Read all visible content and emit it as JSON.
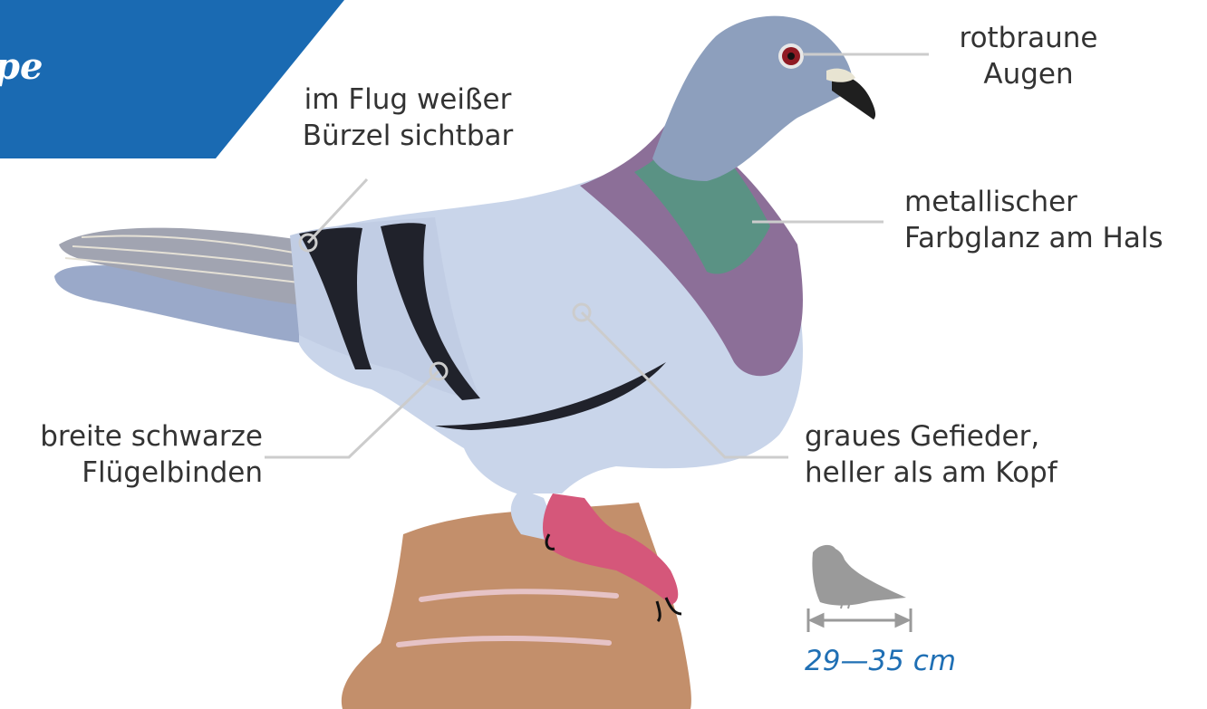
{
  "banner": {
    "text": "pe",
    "color": "#1a6ab2"
  },
  "labels": {
    "eyes": {
      "line1": "rotbraune",
      "line2": "Augen"
    },
    "rump": {
      "line1": "im Flug weißer",
      "line2": "Bürzel sichtbar"
    },
    "neck": {
      "line1": "metallischer",
      "line2": "Farbglanz am Hals"
    },
    "wingbars": {
      "line1": "breite schwarze",
      "line2": "Flügelbinden"
    },
    "plumage": {
      "line1": "graues Gefieder,",
      "line2": "heller als am Kopf"
    }
  },
  "size": {
    "value": "29—35 cm",
    "icon": "small-bird-silhouette-icon"
  },
  "colors": {
    "text": "#333333",
    "accent_blue": "#1f6fb4",
    "body": "#c9d5ea",
    "head": "#8d9fbd",
    "neck_purple": "#8c6f98",
    "neck_green": "#5a9284",
    "wing_bars": "#20222b",
    "legs": "#d5577a",
    "rock": "#c38f6b",
    "leader_lines": "#cccccc"
  }
}
